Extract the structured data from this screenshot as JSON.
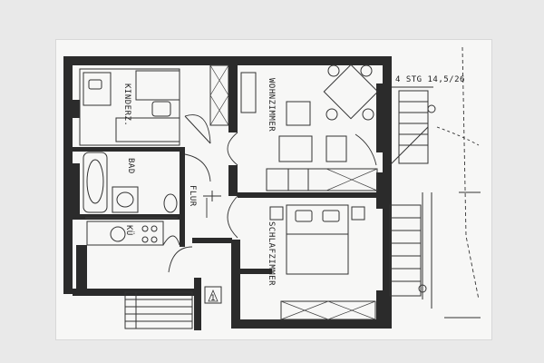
{
  "plan": {
    "stair_label": "4 STG 14,5/26",
    "rooms": {
      "kinderz": "KINDERZ.",
      "bad": "BAD",
      "kue": "KÜ",
      "flur": "FLUR",
      "wohnzimmer": "WOHNZIMMER",
      "schlafzimmer": "SCHLAFZIMMER"
    },
    "entry_marker": "1"
  }
}
